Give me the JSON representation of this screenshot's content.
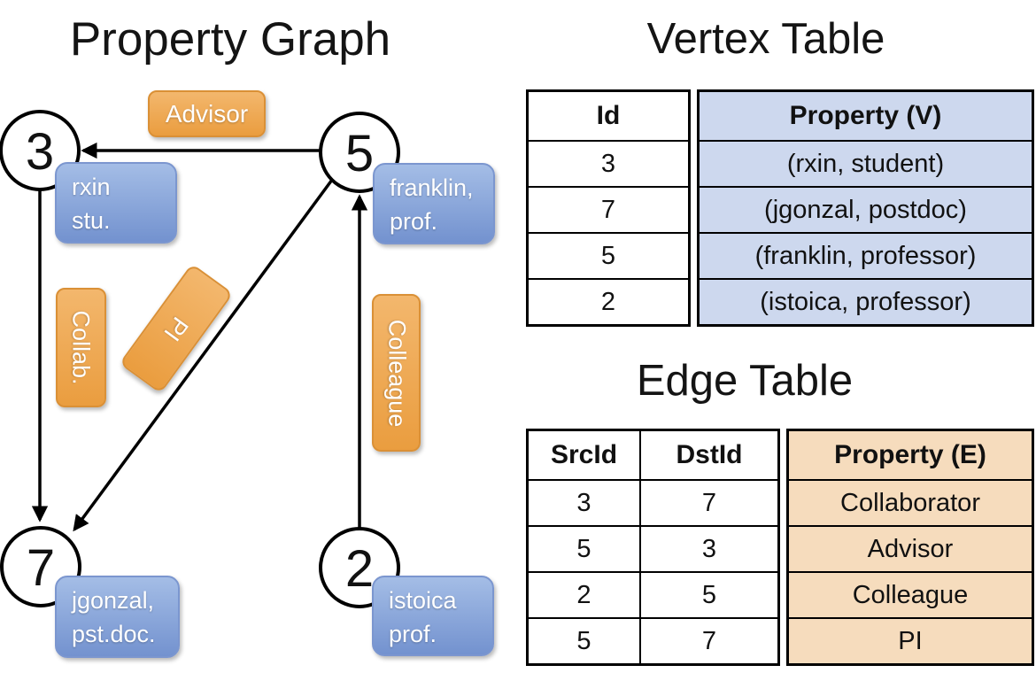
{
  "colors": {
    "orange_top": "#f3b76d",
    "orange_bottom": "#ea9d3f",
    "orange_border": "#da9036",
    "blue_top": "#a4bde6",
    "blue_bottom": "#7392cf",
    "blue_border": "#7b96cf",
    "vertex_cell": "#cdd8ee",
    "edge_cell": "#f6dcbd"
  },
  "graph": {
    "title": "Property Graph",
    "nodes": [
      {
        "id": "3",
        "lines": [
          "rxin",
          "stu."
        ]
      },
      {
        "id": "5",
        "lines": [
          "franklin,",
          "prof."
        ]
      },
      {
        "id": "7",
        "lines": [
          "jgonzal,",
          "pst.doc."
        ]
      },
      {
        "id": "2",
        "lines": [
          "istoica",
          "prof."
        ]
      }
    ],
    "edge_labels": {
      "advisor": "Advisor",
      "collab": "Collab.",
      "pi": "PI",
      "colleague": "Colleague"
    }
  },
  "vertex_table": {
    "title": "Vertex Table",
    "headers": {
      "id": "Id",
      "property": "Property (V)"
    },
    "rows": [
      {
        "id": "3",
        "property": "(rxin, student)"
      },
      {
        "id": "7",
        "property": "(jgonzal, postdoc)"
      },
      {
        "id": "5",
        "property": "(franklin, professor)"
      },
      {
        "id": "2",
        "property": "(istoica, professor)"
      }
    ]
  },
  "edge_table": {
    "title": "Edge Table",
    "headers": {
      "src": "SrcId",
      "dst": "DstId",
      "property": "Property (E)"
    },
    "rows": [
      {
        "src": "3",
        "dst": "7",
        "property": "Collaborator"
      },
      {
        "src": "5",
        "dst": "3",
        "property": "Advisor"
      },
      {
        "src": "2",
        "dst": "5",
        "property": "Colleague"
      },
      {
        "src": "5",
        "dst": "7",
        "property": "PI"
      }
    ]
  }
}
